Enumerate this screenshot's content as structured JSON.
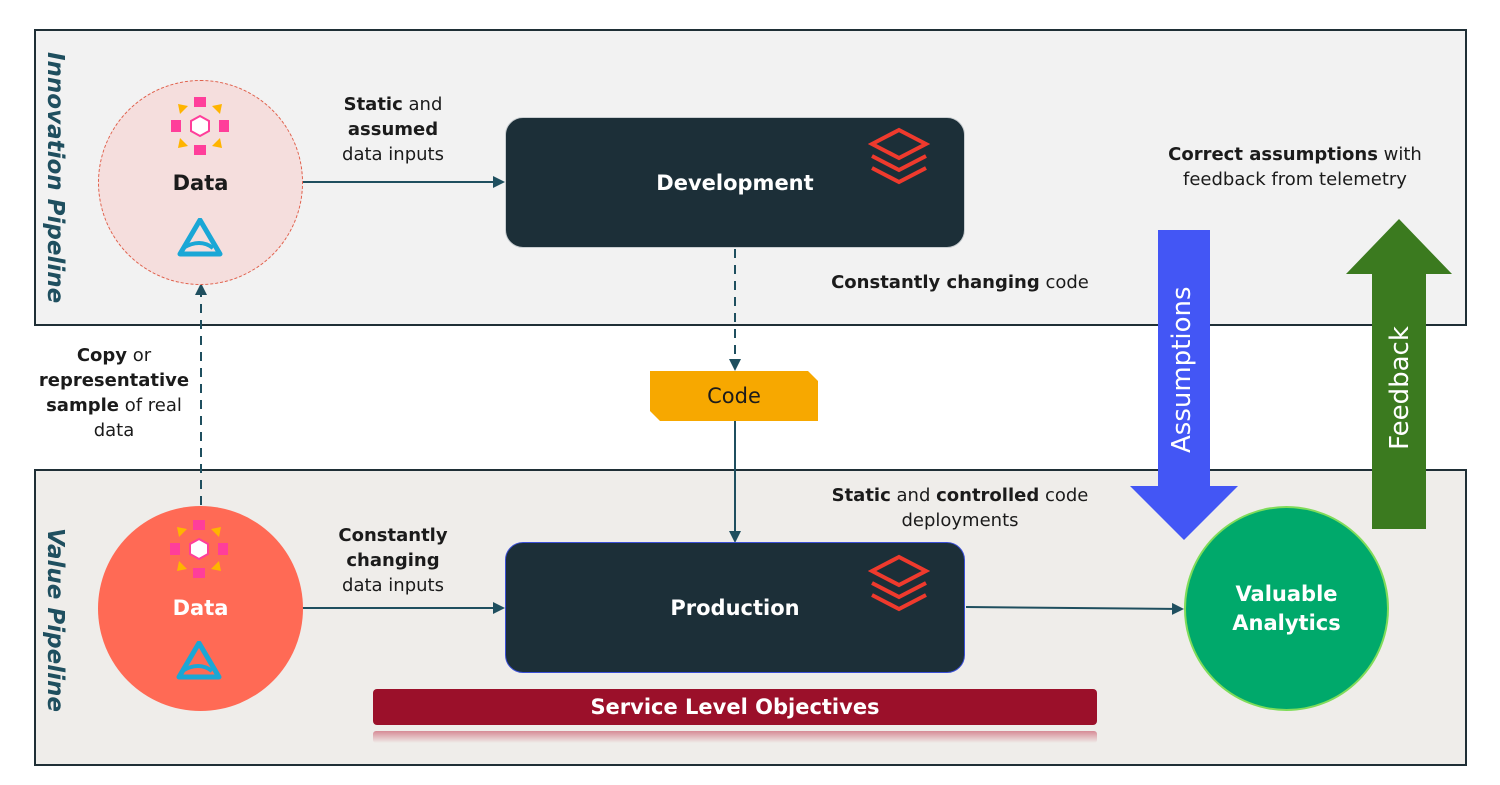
{
  "pipelines": {
    "innovation": "Innovation Pipeline",
    "value": "Value Pipeline"
  },
  "nodes": {
    "dev_data": "Data",
    "prod_data": "Data",
    "development": "Development",
    "production": "Production",
    "code": "Code",
    "analytics": "Valuable Analytics"
  },
  "annotations": {
    "static_assumed": {
      "b1": "Static",
      "t1": " and",
      "b2": "assumed",
      "t2": "data inputs"
    },
    "constantly_changing_code": {
      "b": "Constantly changing",
      "t": " code"
    },
    "correct_assumptions": {
      "b": "Correct assumptions",
      "t1": " with",
      "t2": "feedback from telemetry"
    },
    "copy_sample": {
      "b1": "Copy",
      "t1": " or",
      "b2": "representative",
      "b3": "sample",
      "t3": " of real",
      "t4": "data"
    },
    "constantly_changing_data": {
      "b1": "Constantly",
      "b2": "changing",
      "t": "data inputs"
    },
    "static_controlled": {
      "b1": "Static",
      "t1": " and ",
      "b2": "controlled",
      "t2": " code",
      "t3": "deployments"
    }
  },
  "arrows": {
    "assumptions": "Assumptions",
    "feedback": "Feedback"
  },
  "slo": "Service Level Objectives",
  "colors": {
    "dev_circle": "#f5dedd",
    "prod_circle": "#ff6a55",
    "node_bg": "#1c2f38",
    "code_bg": "#f7a800",
    "slo_bg": "#9b102a",
    "assumptions_arrow": "#4356f5",
    "feedback_arrow": "#3b7a1f",
    "analytics_bg": "#00a96b",
    "connector": "#1f4f5f"
  },
  "icons": [
    "databricks-layers-icon",
    "data-ring-icon",
    "delta-lake-icon"
  ]
}
